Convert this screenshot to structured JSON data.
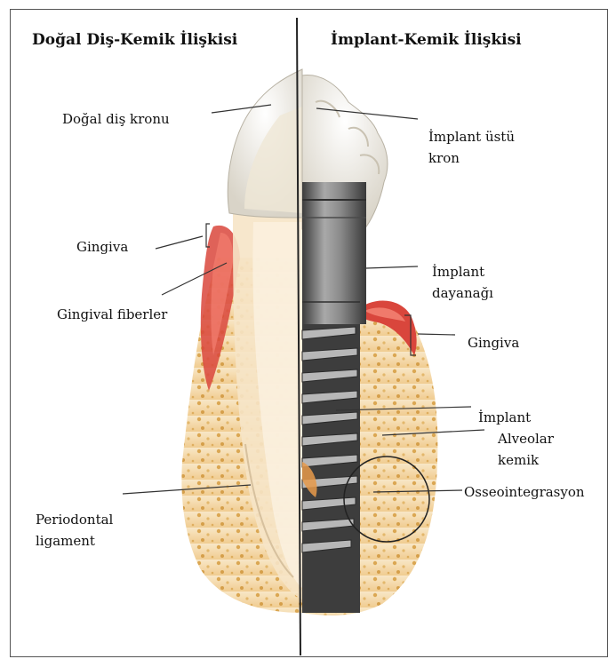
{
  "titles": {
    "left": "Doğal Diş-Kemik İlişkisi",
    "right": "İmplant-Kemik İlişkisi"
  },
  "labels": {
    "natural_crown": "Doğal diş kronu",
    "gingiva_left": "Gingiva",
    "gingival_fibers": "Gingival fiberler",
    "periodontal_line1": "Periodontal",
    "periodontal_line2": "ligament",
    "implant_crown_line1": "İmplant üstü",
    "implant_crown_line2": "kron",
    "abutment_line1": "İmplant",
    "abutment_line2": "dayanağı",
    "gingiva_right": "Gingiva",
    "implant": "İmplant",
    "alveolar_line1": "Alveolar",
    "alveolar_line2": "kemik",
    "osseointegration": "Osseointegrasyon"
  },
  "colors": {
    "bone": "#f3d7a0",
    "bone_dots": "#d9a24a",
    "gingiva": "#d9463c",
    "enamel": "#f4f1ea",
    "metal": "#6f6f6f"
  }
}
